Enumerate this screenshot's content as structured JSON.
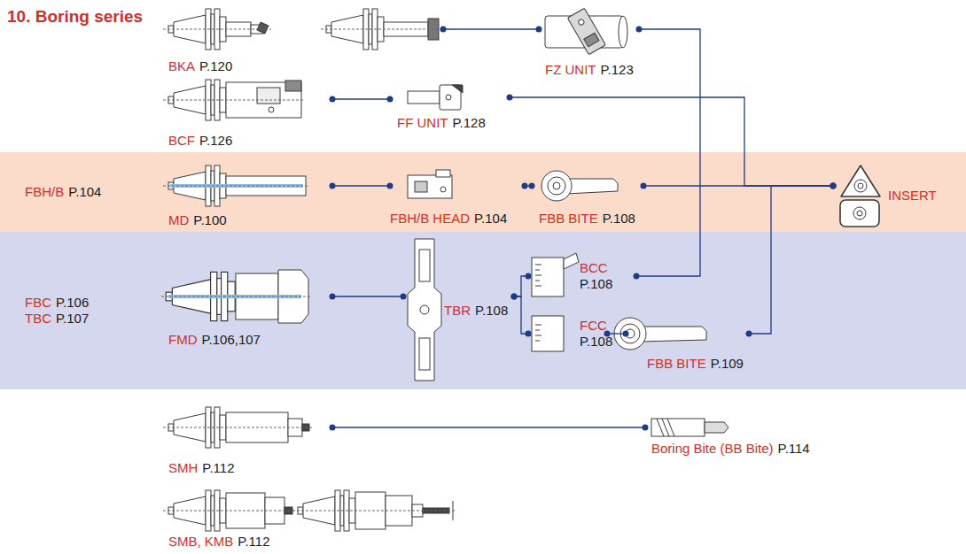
{
  "diagram": {
    "title": "10. Boring series",
    "nodes": [
      {
        "text": [
          "BKA",
          "P.120"
        ]
      },
      {
        "text": [
          "FZ UNIT",
          "P.123"
        ]
      },
      {
        "text": [
          "BCF",
          "P.126"
        ]
      },
      {
        "text": [
          "FF UNIT",
          "P.128"
        ]
      },
      {
        "text": [
          "FBH/B",
          "P.104"
        ]
      },
      {
        "text": [
          "MD",
          "P.100"
        ],
        "in": 4
      },
      {
        "text": [
          "FBH/B HEAD",
          "P.104"
        ],
        "in": 4
      },
      {
        "text": [
          "FBB BITE",
          "P.108"
        ],
        "in": 4
      },
      {
        "text": [
          "INSERT"
        ],
        "in": 4
      },
      {
        "text": [
          "FBC",
          "P.106",
          "TBC",
          "P.107"
        ]
      },
      {
        "text": [
          "FMD",
          "P.106,107"
        ],
        "in": 9
      },
      {
        "text": [
          "TBR",
          "P.108"
        ],
        "in": 9
      },
      {
        "text": [
          "BCC",
          "P.108"
        ],
        "in": 9
      },
      {
        "text": [
          "FCC",
          "P.108"
        ],
        "in": 9
      },
      {
        "text": [
          "FBB BITE",
          "P.109"
        ],
        "in": 9
      },
      {
        "text": [
          "SMH",
          "P.112"
        ]
      },
      {
        "text": [
          "Boring Bite (BB Bite)",
          "P.114"
        ]
      },
      {
        "text": [
          "SMB, KMB",
          "P.112"
        ]
      }
    ],
    "edges": [
      {
        "from": 0,
        "to": 1,
        "arrow": "none"
      },
      {
        "from": 1,
        "to": 12,
        "arrow": "none"
      },
      {
        "from": 2,
        "to": 3,
        "arrow": "none"
      },
      {
        "from": 3,
        "to": 8,
        "arrow": "none"
      },
      {
        "from": 5,
        "to": 6,
        "arrow": "none"
      },
      {
        "from": 6,
        "to": 7,
        "arrow": "none"
      },
      {
        "from": 7,
        "to": 8,
        "arrow": "none"
      },
      {
        "from": 10,
        "to": 11,
        "arrow": "none"
      },
      {
        "from": 11,
        "to": 12,
        "arrow": "none"
      },
      {
        "from": 11,
        "to": 13,
        "arrow": "none"
      },
      {
        "from": 13,
        "to": 14,
        "arrow": "none"
      },
      {
        "from": 14,
        "to": 8,
        "arrow": "none"
      },
      {
        "from": 15,
        "to": 16,
        "arrow": "none"
      }
    ]
  }
}
